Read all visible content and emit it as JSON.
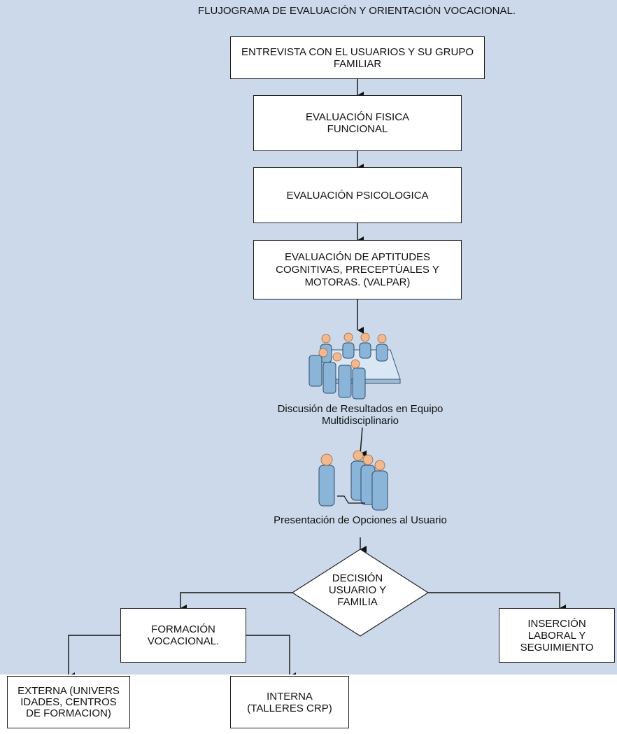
{
  "title": "FLUJOGRAMA DE EVALUACIÓN Y ORIENTACIÓN VOCACIONAL.",
  "steps": {
    "entrevista": "ENTREVISTA CON EL USUARIOS Y SU GRUPO FAMILIAR",
    "fisica": "EVALUACIÓN FISICA FUNCIONAL",
    "psicologica": "EVALUACIÓN PSICOLOGICA",
    "aptitudes": "EVALUACIÓN DE APTITUDES COGNITIVAS, PRECEPTÚALES Y MOTORAS. (VALPAR)",
    "discusion": "Discusión de Resultados en Equipo Multidisciplinario",
    "presentacion": "Presentación de Opciones al Usuario",
    "decision": "DECISIÓN USUARIO Y FAMILIA",
    "formacion": "FORMACIÓN VOCACIONAL.",
    "insercion": "INSERCIÓN LABORAL Y SEGUIMIENTO",
    "externa": "EXTERNA (UNIVERSIDADES, CENTROS DE FORMACION)",
    "interna": "INTERNA (TALLERES CRP)"
  },
  "icons": {
    "meeting": "meeting-table-icon",
    "people": "people-group-icon"
  },
  "colors": {
    "background": "#ccd9ea",
    "box": "#ffffff",
    "person_body": "#8ab4d8",
    "person_head": "#f2b98e"
  }
}
